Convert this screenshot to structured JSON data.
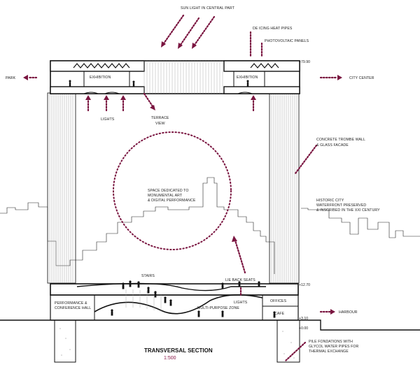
{
  "diagram": {
    "title": "TRANSVERSAL SECTION",
    "scale": "1:500",
    "accent_color": "#7a1540",
    "labels": {
      "sunlight": "SUN LIGHT IN CENTRAL PART",
      "deicing": "DE ICING HEAT PIPES",
      "photovoltaic": "PHOTOVOLTAIC PANELS",
      "park": "PARK",
      "city_center": "CITY CENTER",
      "exhibition_left": "EXHIBITION",
      "exhibition_right": "EXHIBITION",
      "lights_top": "LIGHTS",
      "terrace_view_1": "TERRACE",
      "terrace_view_2": "VIEW",
      "trombe_1": "CONCRETE TROMBE WALL",
      "trombe_2": "& GLASS FACADE",
      "space_1": "SPACE DEDICATED TO",
      "space_2": "MONUMENTAL ART",
      "space_3": "& DIGITAL PERFORMANCE",
      "historic_1": "HISTORIC CITY",
      "historic_2": "WATERFRONT PRESERVED",
      "historic_3": "& INSCRIBED IN THE XXI CENTURY",
      "stairs": "STAIRS",
      "lie_back": "LIE BACK SEATS",
      "performance_1": "PERFORMANCE &",
      "performance_2": "CONFERENCE HALL",
      "multi_purpose": "MULTI-PURPOSE ZONE",
      "lights_bottom": "LIGHTS",
      "offices": "OFFICES",
      "cafe": "CAFE",
      "harbour": "HARBOUR",
      "pile_1": "PILE FONDATIONS WITH",
      "pile_2": "GLYCOL WATER PIPES FOR",
      "pile_3": "THERMAL EXCHANGE"
    },
    "levels": {
      "top": "+79.90",
      "podium": "+12.70",
      "ground": "+3.10",
      "zero": "+0.00"
    }
  }
}
